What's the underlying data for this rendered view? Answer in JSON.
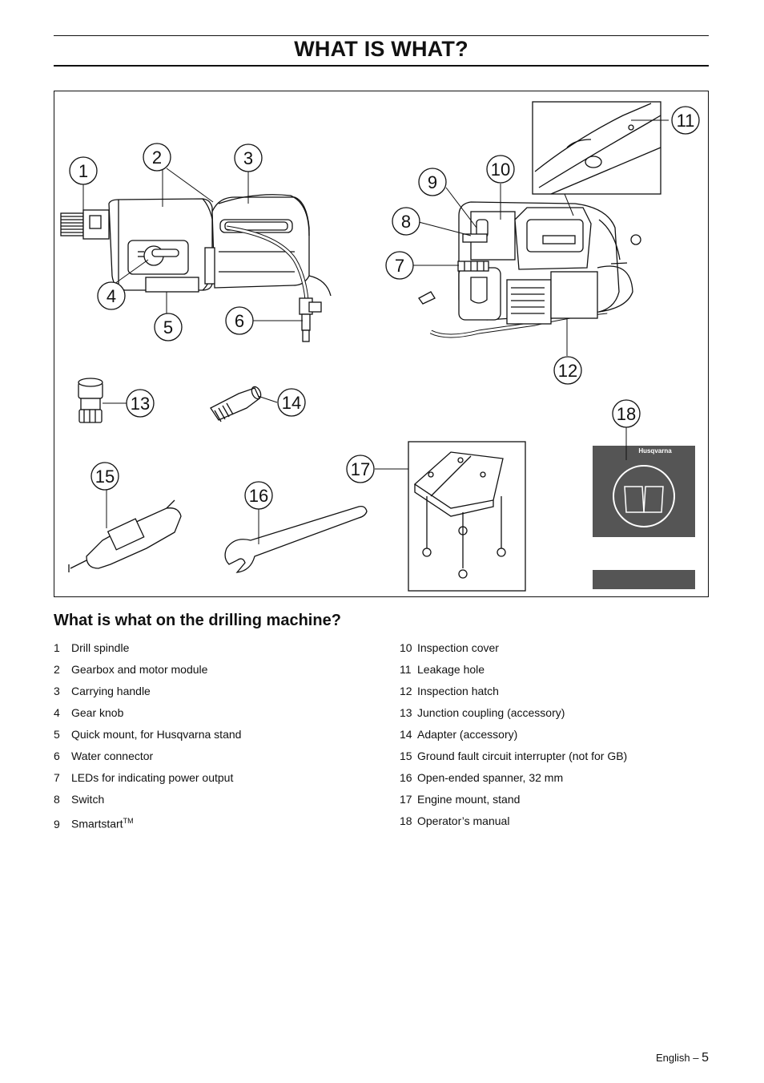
{
  "page_title": "WHAT IS WHAT?",
  "figure": {
    "callouts": [
      "1",
      "2",
      "3",
      "4",
      "5",
      "6",
      "7",
      "8",
      "9",
      "10",
      "11",
      "12",
      "13",
      "14",
      "15",
      "16",
      "17",
      "18"
    ],
    "manual_brand": "Husqvarna"
  },
  "section_heading": "What is what on the drilling machine?",
  "items_left": [
    {
      "num": "1",
      "label": "Drill spindle"
    },
    {
      "num": "2",
      "label": "Gearbox and motor module"
    },
    {
      "num": "3",
      "label": "Carrying handle"
    },
    {
      "num": "4",
      "label": "Gear knob"
    },
    {
      "num": "5",
      "label": "Quick mount, for Husqvarna stand"
    },
    {
      "num": "6",
      "label": "Water connector"
    },
    {
      "num": "7",
      "label": "LEDs for indicating power output"
    },
    {
      "num": "8",
      "label": "Switch"
    },
    {
      "num": "9",
      "label": "Smartstart",
      "sup": "TM"
    }
  ],
  "items_right": [
    {
      "num": "10",
      "label": "Inspection cover"
    },
    {
      "num": "11",
      "label": "Leakage hole"
    },
    {
      "num": "12",
      "label": "Inspection hatch"
    },
    {
      "num": "13",
      "label": "Junction coupling (accessory)"
    },
    {
      "num": "14",
      "label": "Adapter (accessory)"
    },
    {
      "num": "15",
      "label": "Ground fault circuit interrupter (not for GB)"
    },
    {
      "num": "16",
      "label": "Open-ended spanner, 32 mm"
    },
    {
      "num": "17",
      "label": "Engine mount, stand"
    },
    {
      "num": "18",
      "label": "Operator’s manual"
    }
  ],
  "footer": {
    "language": "English",
    "dash": "–",
    "page": "5"
  }
}
